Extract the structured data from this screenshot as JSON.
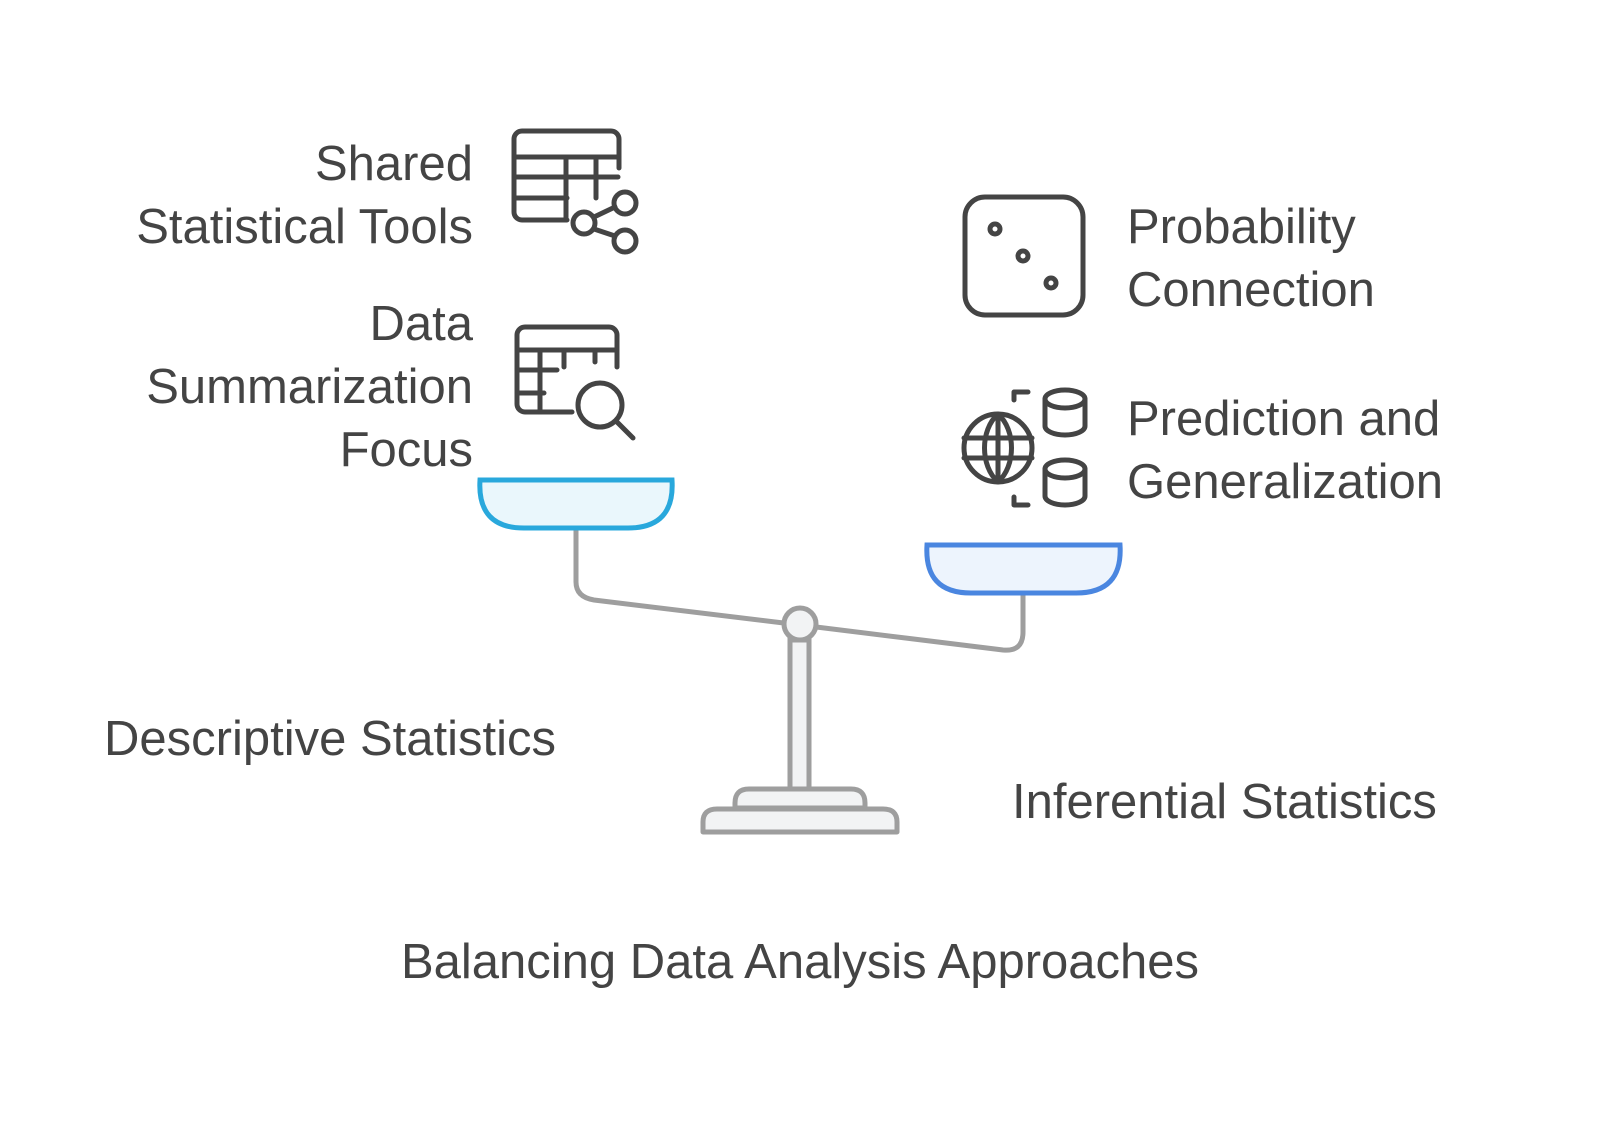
{
  "title": "Balancing Data Analysis Approaches",
  "left": {
    "label": "Descriptive Statistics",
    "pan_color": "#29a8dc",
    "pan_fill": "#eaf7fc",
    "items": [
      {
        "lines": [
          "Shared",
          "Statistical Tools"
        ],
        "icon": "table-share-icon"
      },
      {
        "lines": [
          "Data",
          "Summarization",
          "Focus"
        ],
        "icon": "table-search-icon"
      }
    ]
  },
  "right": {
    "label": "Inferential Statistics",
    "pan_color": "#4a86e0",
    "pan_fill": "#edf4fd",
    "items": [
      {
        "lines": [
          "Probability",
          "Connection"
        ],
        "icon": "dice-icon"
      },
      {
        "lines": [
          "Prediction and",
          "Generalization"
        ],
        "icon": "globe-database-icon"
      }
    ]
  }
}
